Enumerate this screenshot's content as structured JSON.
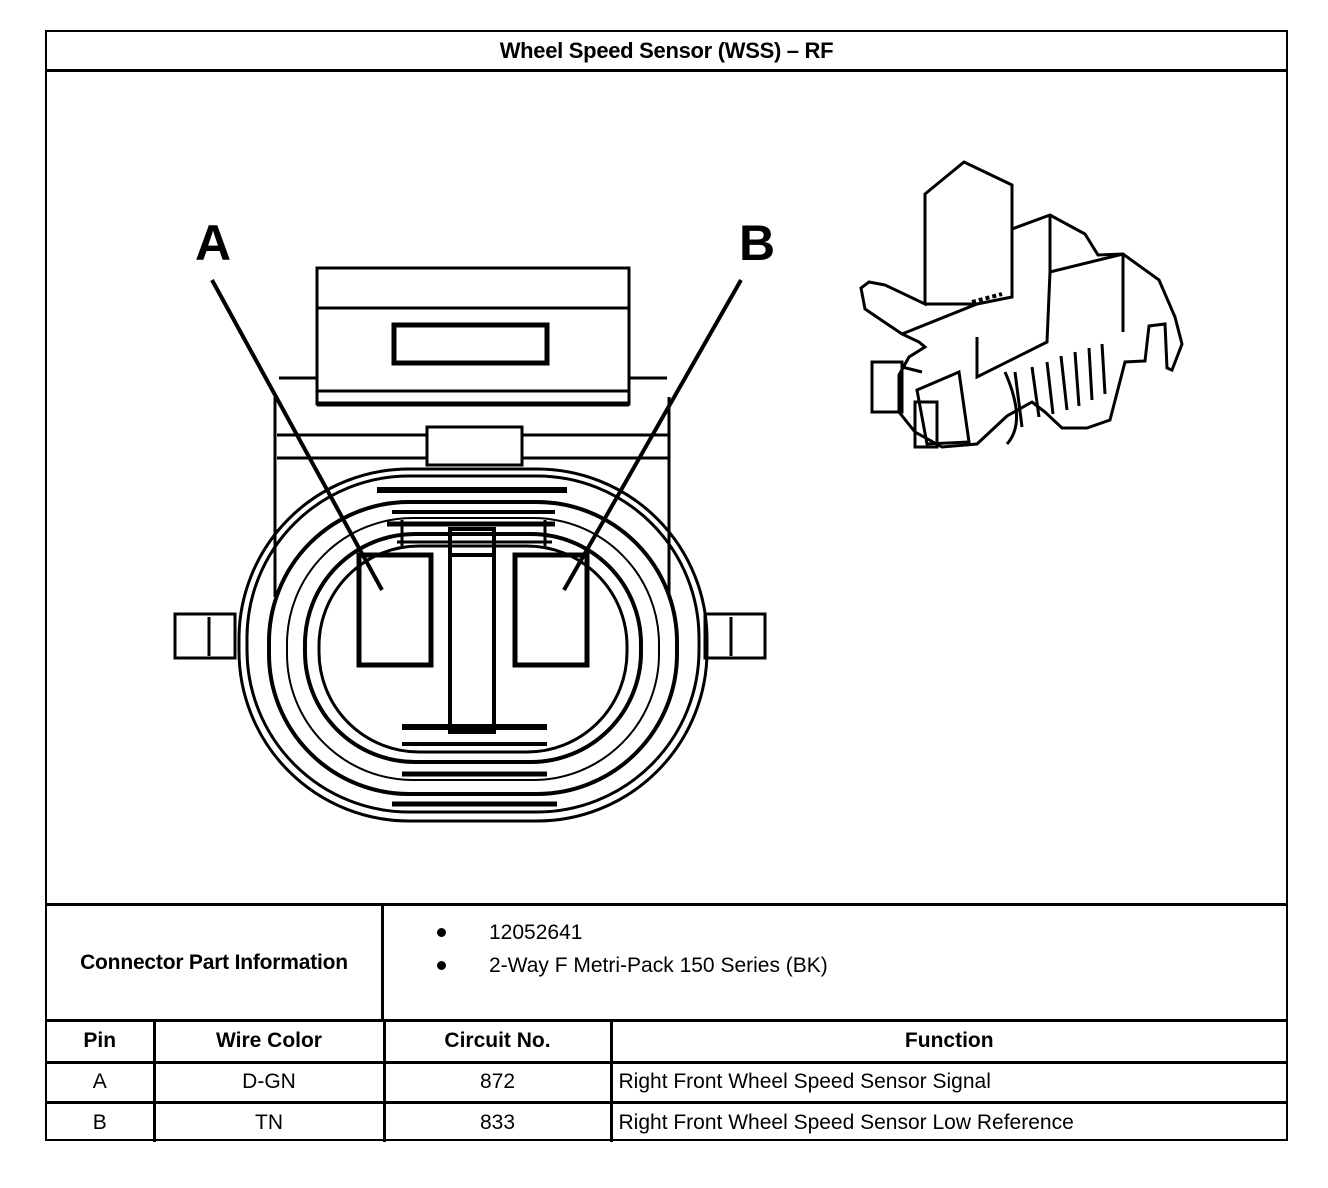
{
  "title": "Wheel Speed Sensor (WSS) – RF",
  "figure": {
    "callouts": [
      "A",
      "B"
    ],
    "face_view": "connector-face-view",
    "iso_view": "connector-isometric-view"
  },
  "part_info": {
    "label": "Connector Part Information",
    "items": [
      "12052641",
      "2-Way F Metri-Pack 150 Series (BK)"
    ]
  },
  "pin_table": {
    "headers": [
      "Pin",
      "Wire Color",
      "Circuit No.",
      "Function"
    ],
    "rows": [
      {
        "pin": "A",
        "wire_color": "D-GN",
        "circuit": "872",
        "function": "Right Front Wheel Speed Sensor Signal"
      },
      {
        "pin": "B",
        "wire_color": "TN",
        "circuit": "833",
        "function": "Right Front Wheel Speed Sensor Low Reference"
      }
    ]
  }
}
